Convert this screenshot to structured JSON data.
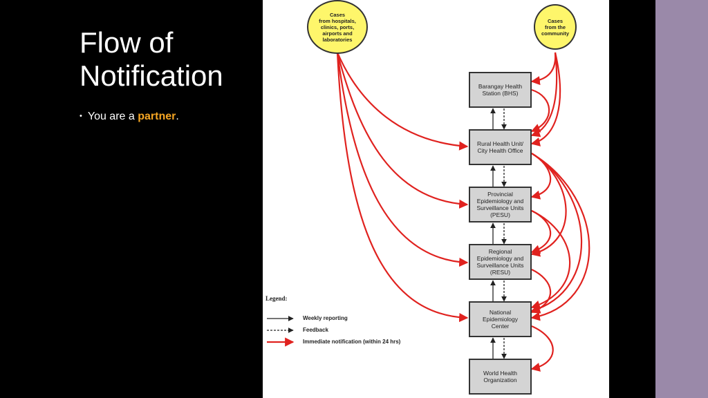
{
  "slide": {
    "title": "Flow of Notification",
    "bullet_prefix": "You are a ",
    "bullet_highlight": "partner",
    "bullet_suffix": ".",
    "highlight_color": "#f6a623",
    "accent_color": "#9a89a9"
  },
  "diagram": {
    "sources": {
      "hospitals": "Cases\nfrom hospitals,\nclinics, ports,\nairports and\nlaboratories",
      "community": "Cases\nfrom the\ncommunity"
    },
    "nodes": {
      "bhs": "Barangay Health\nStation (BHS)",
      "rhu": "Rural Health Unit/\nCity Health Office",
      "pesu": "Provincial\nEpidemiology and\nSurveillance Units\n(PESU)",
      "resu": "Regional\nEpidemiology and\nSurveillance Units\n(RESU)",
      "nec": "National\nEpidemiology\nCenter",
      "who": "World Health\nOrganization"
    },
    "legend": {
      "title": "Legend:",
      "weekly": "Weekly reporting",
      "feedback": "Feedback",
      "immediate": "Immediate notification (within 24 hrs)"
    },
    "colors": {
      "immediate": "#e0221f",
      "box_fill": "#d4d4d4",
      "circle_fill": "#fef66b"
    }
  }
}
